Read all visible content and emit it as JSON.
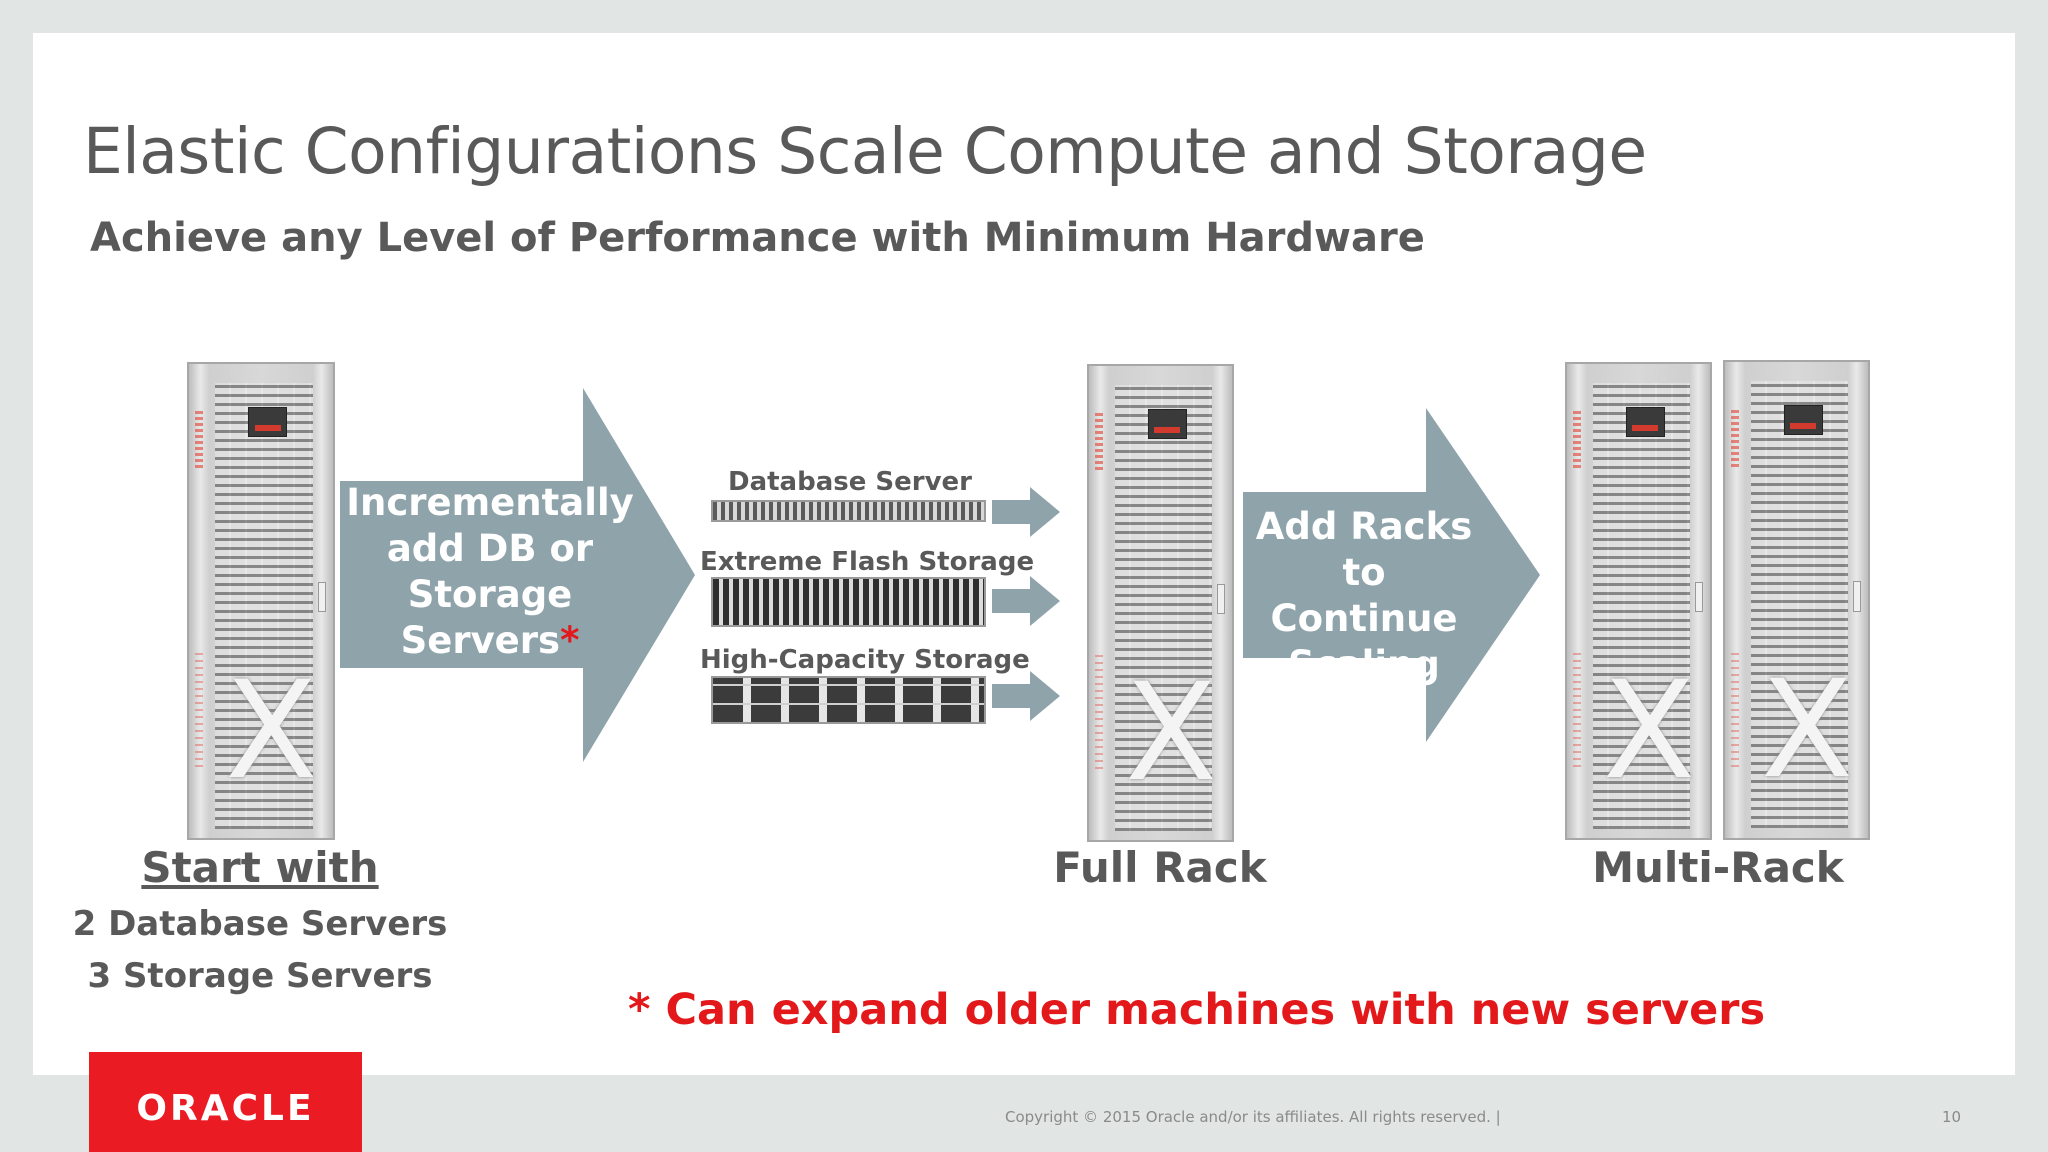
{
  "slide": {
    "title": "Elastic Configurations Scale Compute and Storage",
    "subtitle": "Achieve any Level of Performance with Minimum Hardware"
  },
  "arrows": {
    "incremental": {
      "line1": "Incrementally",
      "line2": "add DB or",
      "line3": "Storage",
      "line4": "Servers",
      "star": "*"
    },
    "add_racks": {
      "line1": "Add Racks",
      "line2": "to Continue",
      "line3": "Scaling"
    }
  },
  "servers": {
    "database": "Database Server",
    "flash": "Extreme Flash Storage",
    "high_capacity": "High-Capacity Storage"
  },
  "captions": {
    "start_with": "Start with",
    "start_db": "2 Database Servers",
    "start_storage": "3 Storage Servers",
    "full_rack": "Full Rack",
    "multi_rack": "Multi-Rack"
  },
  "rack": {
    "x_mark": "X"
  },
  "note": "* Can expand older machines with new servers",
  "footer": {
    "logo": "ORACLE",
    "copyright": "Copyright © 2015 Oracle and/or its affiliates. All rights reserved.  |",
    "page": "10"
  },
  "colors": {
    "arrow_fill": "#8fa3ab",
    "accent_red": "#e2181b",
    "text_gray": "#595959"
  }
}
